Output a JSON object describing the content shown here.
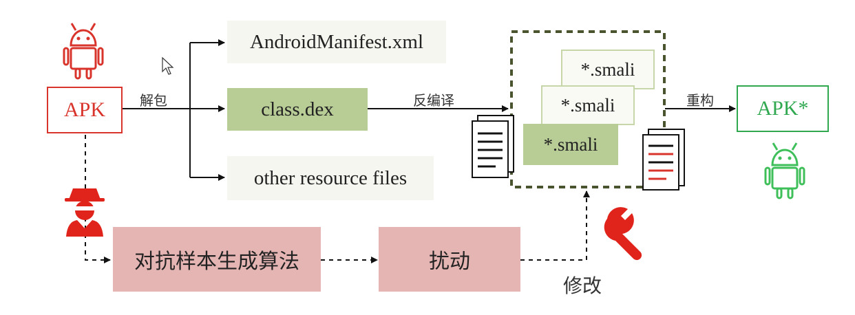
{
  "nodes": {
    "apk_source": "APK",
    "apk_output": "APK*",
    "manifest": "AndroidManifest.xml",
    "dex": "class.dex",
    "resources": "other resource files",
    "smali_1": "*.smali",
    "smali_2": "*.smali",
    "smali_3": "*.smali",
    "algorithm": "对抗样本生成算法",
    "perturb": "扰动"
  },
  "edge_labels": {
    "unpack": "解包",
    "decompile": "反编译",
    "rebuild": "重构",
    "modify": "修改"
  },
  "colors": {
    "red": "#d9342b",
    "green": "#2fa84f",
    "olive": "#b8cc96",
    "pink": "#e5b5b3",
    "dashed_border": "#4a5530"
  },
  "icons": [
    "android-red-icon",
    "android-green-icon",
    "hacker-icon",
    "wrench-icon",
    "document-icon",
    "document-red-lines-icon",
    "cursor-icon"
  ]
}
